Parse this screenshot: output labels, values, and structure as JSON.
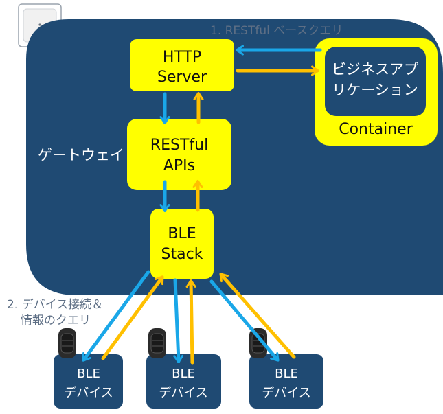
{
  "gateway": {
    "label": "ゲートウェイ",
    "http_server": [
      "HTTP",
      "Server"
    ],
    "restful_apis": [
      "RESTful",
      "APIs"
    ],
    "ble_stack": [
      "BLE",
      "Stack"
    ]
  },
  "container": {
    "label": "Container",
    "business_app": [
      "ビジネスアプ",
      "リケーション"
    ]
  },
  "annotations": {
    "restful_query": "1. RESTful ベースクエリ",
    "device_query": [
      "2. デバイス接続＆",
      "情報のクエリ"
    ]
  },
  "devices": [
    {
      "line1": "BLE",
      "line2": "デバイス"
    },
    {
      "line1": "BLE",
      "line2": "デバイス"
    },
    {
      "line1": "BLE",
      "line2": "デバイス"
    }
  ],
  "colors": {
    "gateway_bg": "#1f4a73",
    "node_yellow": "#ffff00",
    "device_bg": "#1f4a73",
    "arrow_blue": "#1aa7e8",
    "arrow_orange": "#ffc000",
    "annotation_text": "#5e6f85"
  },
  "icons": [
    "gateway-hardware-icon",
    "fitness-band-icon"
  ]
}
